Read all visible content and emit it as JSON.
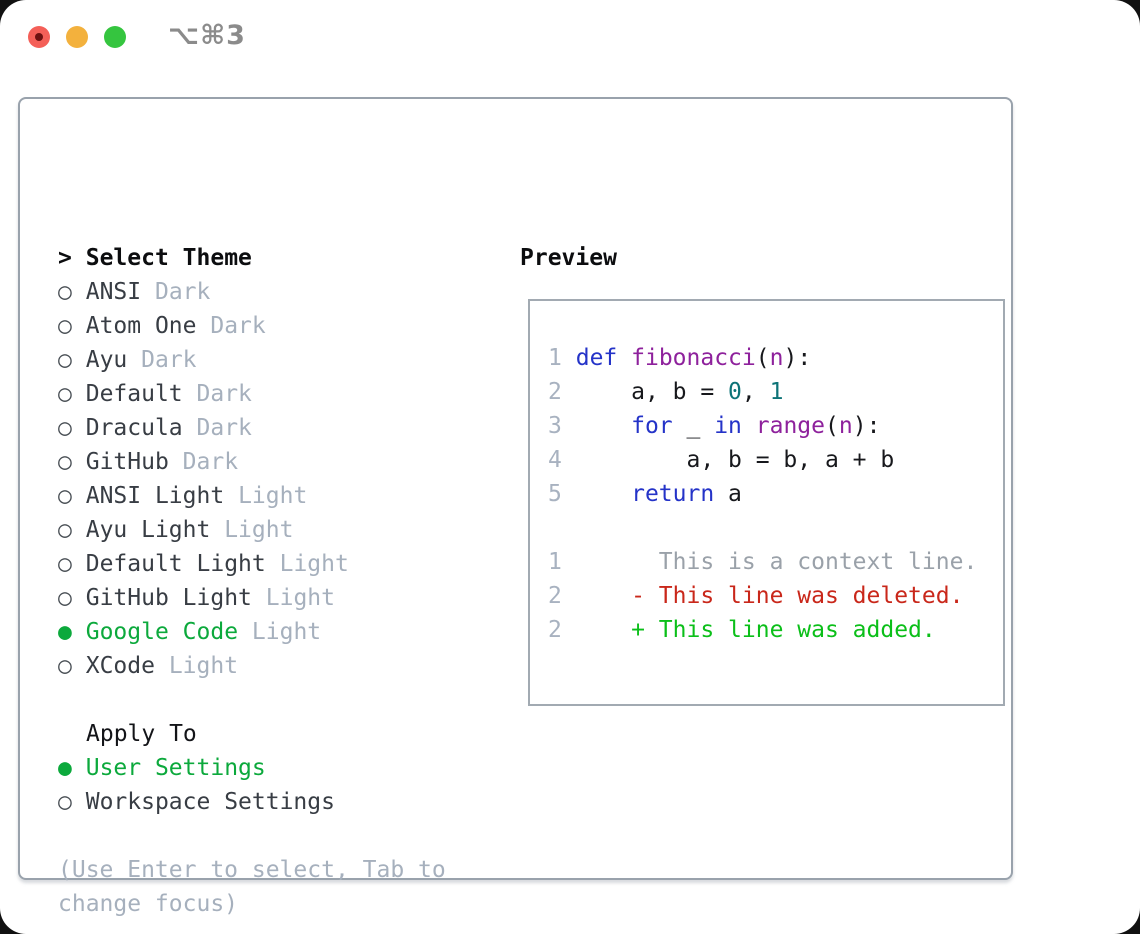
{
  "window": {
    "shortcut": "⌥⌘3",
    "traffic_lights": {
      "close": "#f45f58",
      "minimize": "#f3b13d",
      "zoom": "#35c53f"
    }
  },
  "theme_selector": {
    "title_prefix": ">",
    "title": "Select Theme",
    "themes": [
      {
        "name": "ANSI",
        "variant": "Dark",
        "selected": false
      },
      {
        "name": "Atom One",
        "variant": "Dark",
        "selected": false
      },
      {
        "name": "Ayu",
        "variant": "Dark",
        "selected": false
      },
      {
        "name": "Default",
        "variant": "Dark",
        "selected": false
      },
      {
        "name": "Dracula",
        "variant": "Dark",
        "selected": false
      },
      {
        "name": "GitHub",
        "variant": "Dark",
        "selected": false
      },
      {
        "name": "ANSI Light",
        "variant": "Light",
        "selected": false
      },
      {
        "name": "Ayu Light",
        "variant": "Light",
        "selected": false
      },
      {
        "name": "Default Light",
        "variant": "Light",
        "selected": false
      },
      {
        "name": "GitHub Light",
        "variant": "Light",
        "selected": false
      },
      {
        "name": "Google Code",
        "variant": "Light",
        "selected": true
      },
      {
        "name": "XCode",
        "variant": "Light",
        "selected": false
      }
    ],
    "radio_unselected": "○",
    "radio_selected": "●"
  },
  "apply_to": {
    "title": "Apply To",
    "options": [
      {
        "label": "User Settings",
        "selected": true
      },
      {
        "label": "Workspace Settings",
        "selected": false
      }
    ]
  },
  "hint": {
    "text": "(Use Enter to select, Tab to change focus)"
  },
  "preview": {
    "title": "Preview",
    "code_lines": [
      {
        "num": "1",
        "tokens": [
          [
            "def",
            "k"
          ],
          [
            " ",
            "p"
          ],
          [
            "fibonacci",
            "f"
          ],
          [
            "(",
            "p"
          ],
          [
            "n",
            "f"
          ],
          [
            "):",
            "p"
          ]
        ]
      },
      {
        "num": "2",
        "tokens": [
          [
            "    a, b = ",
            "p"
          ],
          [
            "0",
            "n"
          ],
          [
            ", ",
            "p"
          ],
          [
            "1",
            "n"
          ]
        ]
      },
      {
        "num": "3",
        "tokens": [
          [
            "    ",
            "p"
          ],
          [
            "for",
            "k"
          ],
          [
            " _ ",
            "p"
          ],
          [
            "in",
            "k"
          ],
          [
            " ",
            "p"
          ],
          [
            "range",
            "f"
          ],
          [
            "(",
            "p"
          ],
          [
            "n",
            "f"
          ],
          [
            "):",
            "p"
          ]
        ]
      },
      {
        "num": "4",
        "tokens": [
          [
            "        a, b = b, a + b",
            "p"
          ]
        ]
      },
      {
        "num": "5",
        "tokens": [
          [
            "    ",
            "p"
          ],
          [
            "return",
            "k"
          ],
          [
            " a",
            "p"
          ]
        ]
      }
    ],
    "diff_lines": [
      {
        "num": "1",
        "type": "context",
        "text": "      This is a context line."
      },
      {
        "num": "2",
        "type": "deleted",
        "text": "    - This line was deleted."
      },
      {
        "num": "2",
        "type": "added",
        "text": "    + This line was added."
      }
    ]
  },
  "colors": {
    "kw": "#2433c8",
    "fn": "#8e219c",
    "num": "#0d7377",
    "plain": "#17181c",
    "ln": "#a8b2c0",
    "ctx": "#9aa1a9",
    "del": "#c9271a",
    "add": "#0bbf19",
    "sel": "#0ca93c",
    "muted": "#a6b0bd",
    "listtext": "#383d44",
    "border": "#99a2ac"
  }
}
